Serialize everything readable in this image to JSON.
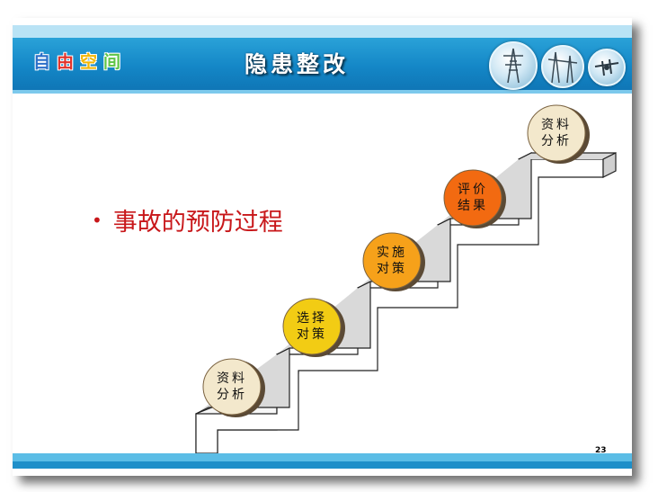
{
  "header": {
    "logo_chars": [
      "自",
      "由",
      "空",
      "间"
    ],
    "logo_colors": [
      "#2b6fc9",
      "#e0322a",
      "#f2b705",
      "#5ec447"
    ],
    "title": "隐患整改"
  },
  "main": {
    "bullet": "事故的预防过程"
  },
  "steps": [
    {
      "line1": "资料",
      "line2": "分析",
      "color": "#f3e8cc"
    },
    {
      "line1": "选择",
      "line2": "对策",
      "color": "#f2cc14"
    },
    {
      "line1": "实施",
      "line2": "对策",
      "color": "#f6a11a"
    },
    {
      "line1": "评价",
      "line2": "结果",
      "color": "#f26a11"
    },
    {
      "line1": "资料",
      "line2": "分析",
      "color": "#f3e8cc"
    }
  ],
  "footer": {
    "page_number": "23"
  }
}
